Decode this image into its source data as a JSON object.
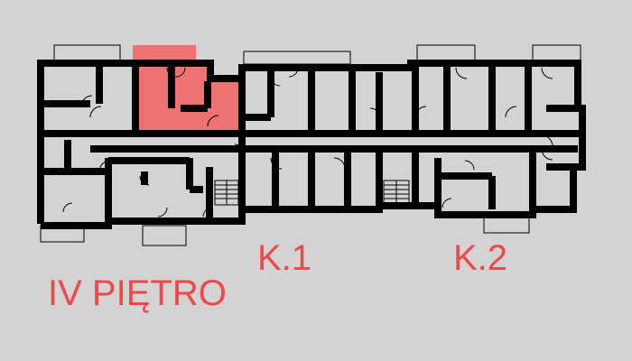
{
  "plan": {
    "floor_label": "IV PIĘTRO",
    "stair_labels": [
      "K.1",
      "K.2"
    ],
    "highlight_color": "#f07373",
    "wall_color": "#000000",
    "label_color": "#f04848"
  }
}
